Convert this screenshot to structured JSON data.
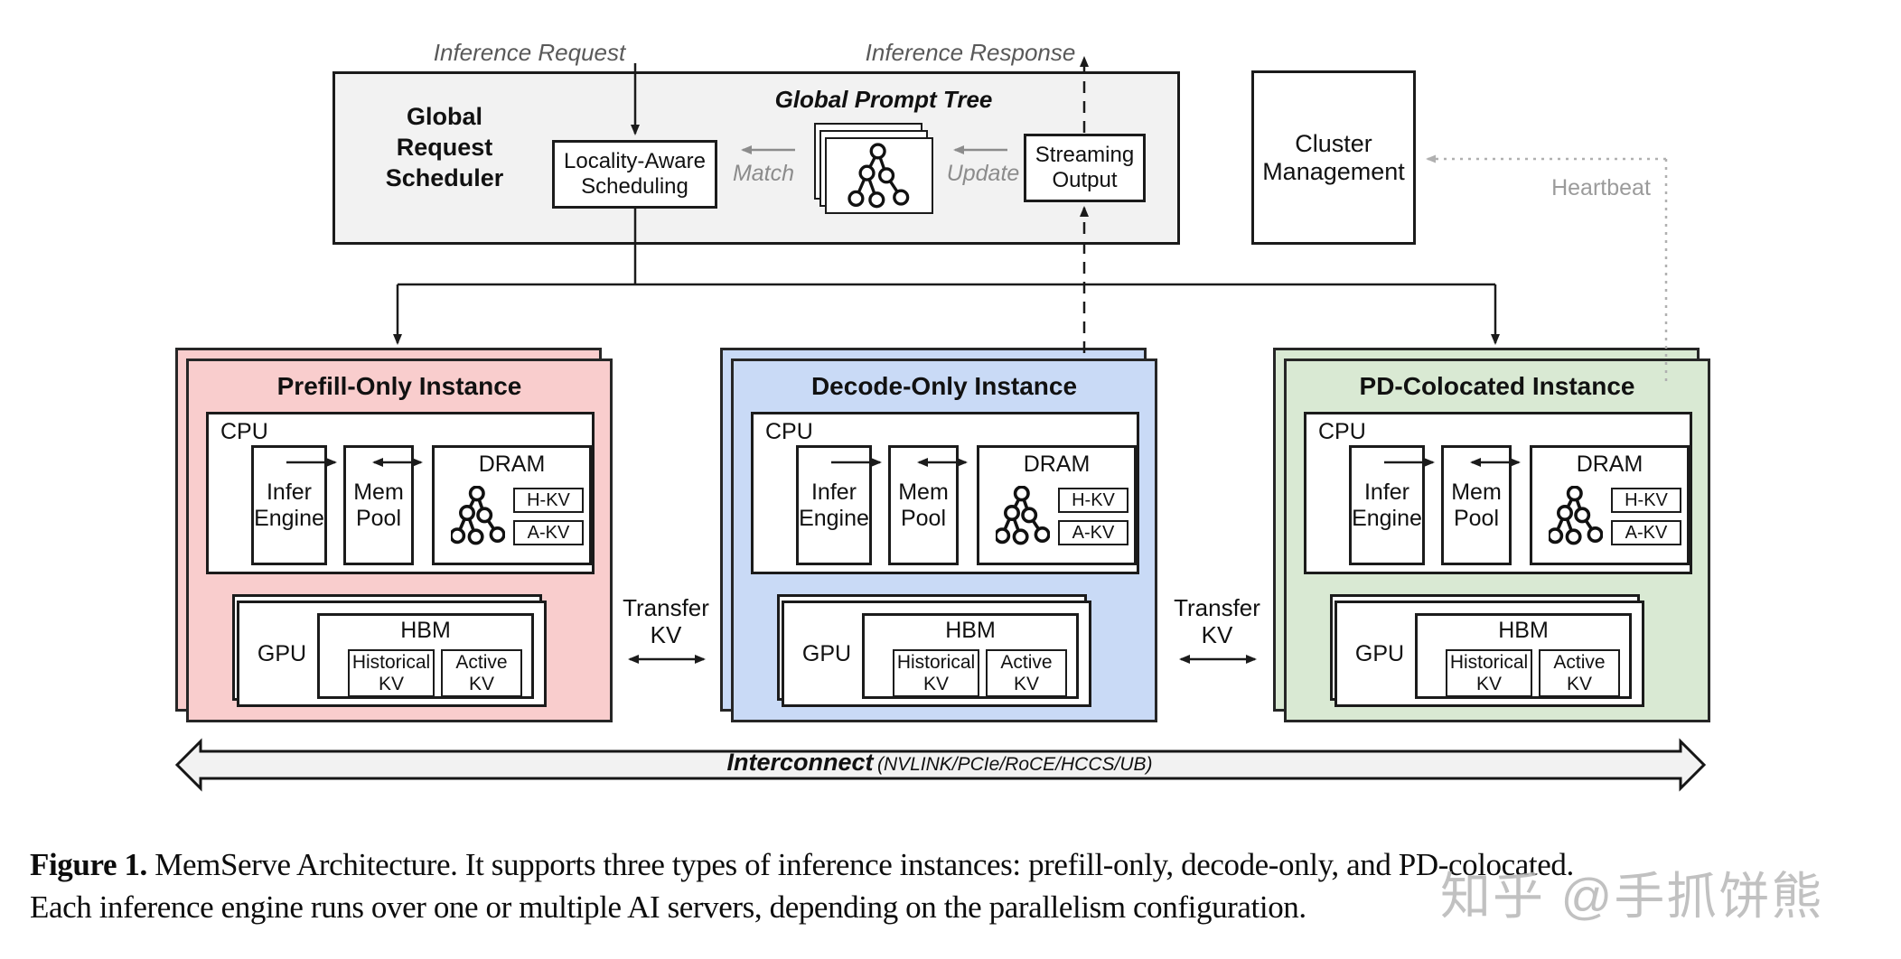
{
  "scheduler": {
    "title_lines": [
      "Global",
      "Request",
      "Scheduler"
    ],
    "locality_lines": [
      "Locality-Aware",
      "Scheduling"
    ],
    "prompt_tree_label": "Global Prompt Tree",
    "streaming_lines": [
      "Streaming",
      "Output"
    ],
    "match_label": "Match",
    "update_label": "Update"
  },
  "cluster": {
    "lines": [
      "Cluster",
      "Management"
    ]
  },
  "flow_labels": {
    "inference_request": "Inference Request",
    "inference_response": "Inference Response",
    "heartbeat": "Heartbeat"
  },
  "instances": [
    {
      "title": "Prefill-Only Instance",
      "color": "#f9cdcd"
    },
    {
      "title": "Decode-Only Instance",
      "color": "#c9daf6"
    },
    {
      "title": "PD-Colocated Instance",
      "color": "#d9e9d3"
    }
  ],
  "instance_shared": {
    "cpu": "CPU",
    "infer_engine_lines": [
      "Infer",
      "Engine"
    ],
    "mem_pool_lines": [
      "Mem",
      "Pool"
    ],
    "dram": "DRAM",
    "h_kv": "H-KV",
    "a_kv": "A-KV",
    "gpu": "GPU",
    "hbm": "HBM",
    "historical_kv_lines": [
      "Historical",
      "KV"
    ],
    "active_kv_lines": [
      "Active",
      "KV"
    ]
  },
  "transfer_kv_lines": [
    "Transfer",
    "KV"
  ],
  "interconnect": {
    "title": "Interconnect",
    "detail": "(NVLINK/PCIe/RoCE/HCCS/UB)"
  },
  "caption": {
    "label": "Figure 1.",
    "line1": "MemServe Architecture. It supports three types of inference instances: prefill-only, decode-only, and PD-colocated.",
    "line2": "Each inference engine runs over one or multiple AI servers, depending on the parallelism configuration."
  },
  "watermark": "知乎 @手抓饼熊",
  "colors": {
    "prefill": "#f9cdcd",
    "decode": "#c9daf6",
    "pd_colocated": "#d9e9d3",
    "panel_gray": "#f2f2f2",
    "line_black": "#1b1b1b",
    "label_gray": "#8c8c8c"
  }
}
